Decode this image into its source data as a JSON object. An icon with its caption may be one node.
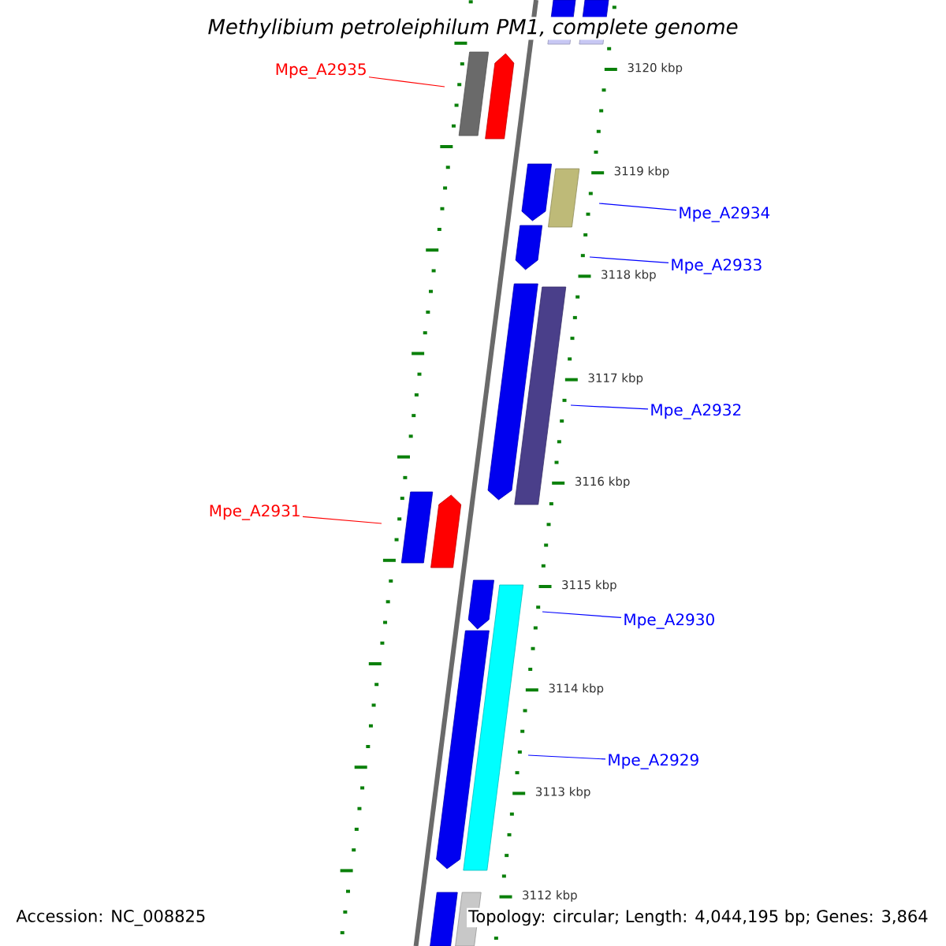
{
  "diagram": {
    "title": "Methylibium petroleiphilum PM1, complete genome",
    "nodes": [
      {
        "text": [
          "Mpe_A2935"
        ]
      },
      {
        "text": [
          "Mpe_A2934"
        ]
      },
      {
        "text": [
          "Mpe_A2933"
        ]
      },
      {
        "text": [
          "Mpe_A2932"
        ]
      },
      {
        "text": [
          "Mpe_A2931"
        ]
      },
      {
        "text": [
          "Mpe_A2930"
        ]
      },
      {
        "text": [
          "Mpe_A2929"
        ]
      }
    ],
    "edges": [
      {
        "from": 0,
        "to": null,
        "arrow": "none",
        "color": "#ff0000"
      },
      {
        "from": 1,
        "to": null,
        "arrow": "none"
      },
      {
        "from": 2,
        "to": null,
        "arrow": "none"
      },
      {
        "from": 3,
        "to": null,
        "arrow": "none"
      },
      {
        "from": 4,
        "to": null,
        "arrow": "none",
        "color": "#ff0000"
      },
      {
        "from": 5,
        "to": null,
        "arrow": "none"
      },
      {
        "from": 6,
        "to": null,
        "arrow": "none"
      }
    ],
    "labels": [
      "3120 kbp",
      "3119 kbp",
      "3118 kbp",
      "3117 kbp",
      "3116 kbp",
      "3115 kbp",
      "3114 kbp",
      "3113 kbp",
      "3112 kbp",
      "Accession: NC_008825",
      "Topology: circular; Length: 4,044,195 bp; Genes: 3,864"
    ]
  }
}
